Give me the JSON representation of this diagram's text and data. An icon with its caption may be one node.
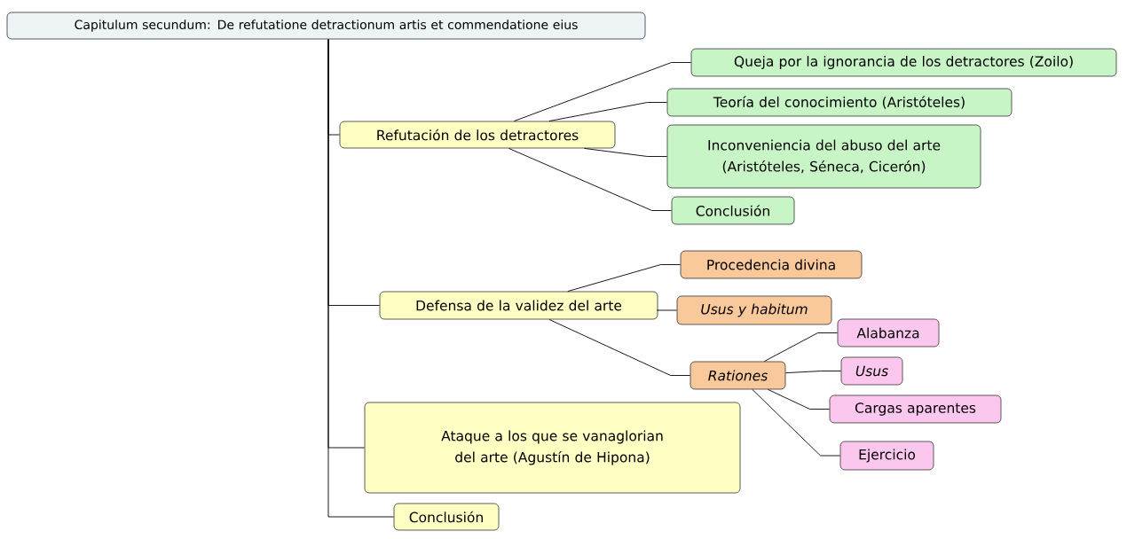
{
  "diagram": {
    "nodes": [
      {
        "text": [
          "Capitulum secundum: De refutatione detractionum artis et commendatione eius"
        ]
      },
      {
        "text": [
          "Refutación de los detractores"
        ]
      },
      {
        "text": [
          "Queja por la ignorancia de los detractores (Zoilo)"
        ]
      },
      {
        "text": [
          "Teoría del conocimiento (Aristóteles)"
        ]
      },
      {
        "text": [
          "Inconveniencia del abuso del arte (Aristóteles, Séneca, Cicerón)"
        ]
      },
      {
        "text": [
          "Conclusión"
        ]
      },
      {
        "text": [
          "Defensa de la validez del arte"
        ]
      },
      {
        "text": [
          "Procedencia divina"
        ]
      },
      {
        "text": [
          "Usus y habitum"
        ]
      },
      {
        "text": [
          "Rationes"
        ]
      },
      {
        "text": [
          "Alabanza"
        ]
      },
      {
        "text": [
          "Usus"
        ]
      },
      {
        "text": [
          "Cargas aparentes"
        ]
      },
      {
        "text": [
          "Ejercicio"
        ]
      },
      {
        "text": [
          "Ataque a los que se vanaglorian del arte (Agustín de Hipona)"
        ]
      },
      {
        "text": [
          "Conclusión"
        ]
      }
    ],
    "edges": [
      {
        "from": 0,
        "to": 1,
        "arrow": "none"
      },
      {
        "from": 1,
        "to": 2,
        "arrow": "none"
      },
      {
        "from": 1,
        "to": 3,
        "arrow": "none"
      },
      {
        "from": 1,
        "to": 4,
        "arrow": "none"
      },
      {
        "from": 1,
        "to": 5,
        "arrow": "none"
      },
      {
        "from": 0,
        "to": 6,
        "arrow": "none"
      },
      {
        "from": 6,
        "to": 7,
        "arrow": "none"
      },
      {
        "from": 6,
        "to": 8,
        "arrow": "none"
      },
      {
        "from": 6,
        "to": 9,
        "arrow": "none"
      },
      {
        "from": 9,
        "to": 10,
        "arrow": "none"
      },
      {
        "from": 9,
        "to": 11,
        "arrow": "none"
      },
      {
        "from": 9,
        "to": 12,
        "arrow": "none"
      },
      {
        "from": 9,
        "to": 13,
        "arrow": "none"
      },
      {
        "from": 0,
        "to": 14,
        "arrow": "none"
      },
      {
        "from": 0,
        "to": 15,
        "arrow": "none"
      }
    ]
  }
}
